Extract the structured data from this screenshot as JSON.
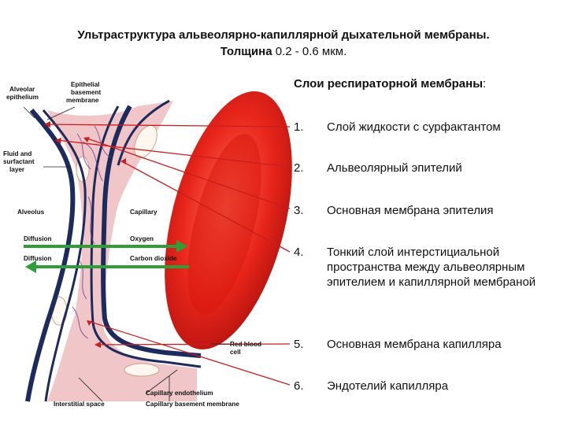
{
  "title": {
    "line1": "Ультраструктура альвеолярно-капиллярной дыхательной мембраны.",
    "line2_bold": "Толщина",
    "line2_rest": " 0.2 - 0.6 мкм."
  },
  "diagram_labels": {
    "alveolar_epithelium": [
      "Alveolar",
      "epithelium"
    ],
    "epithelial_basement_membrane": [
      "Epithelial",
      "basement",
      "membrane"
    ],
    "fluid_surfactant": [
      "Fluid and",
      "surfactant",
      "layer"
    ],
    "alveolus": "Alveolus",
    "capillary": "Capillary",
    "diffusion_1": "Diffusion",
    "oxygen": "Oxygen",
    "diffusion_2": "Diffusion",
    "carbon_dioxide": "Carbon dioxide",
    "red_blood_cell": [
      "Red blood",
      "cell"
    ],
    "capillary_endothelium": "Capillary endothelium",
    "interstitial_space": "Interstitial space",
    "capillary_basement_membrane": "Capillary basement membrane"
  },
  "layers": {
    "heading": "Слои респираторной мембраны",
    "heading_suffix": ":",
    "items": [
      {
        "num": "1.",
        "text": "Слой жидкости с сурфактантом"
      },
      {
        "num": "2.",
        "text": "Альвеолярный эпителий"
      },
      {
        "num": "3.",
        "text": "Основная мембрана эпителия"
      },
      {
        "num": "4.",
        "text": "Тонкий слой интерстициальной пространства между альвеолярным эпителием и капиллярной мембраной"
      },
      {
        "num": "5.",
        "text": "Основная мембрана капилляра"
      },
      {
        "num": "6.",
        "text": "Эндотелий капилляра"
      }
    ]
  },
  "colors": {
    "membrane_dark": "#1d2a5e",
    "interstitial_pink": "#f1c6c8",
    "rbc_red": "#e8251b",
    "rbc_highlight": "#ff8f7f",
    "arrow_green": "#2f9e3a",
    "pointer_red": "#c81e1e"
  }
}
